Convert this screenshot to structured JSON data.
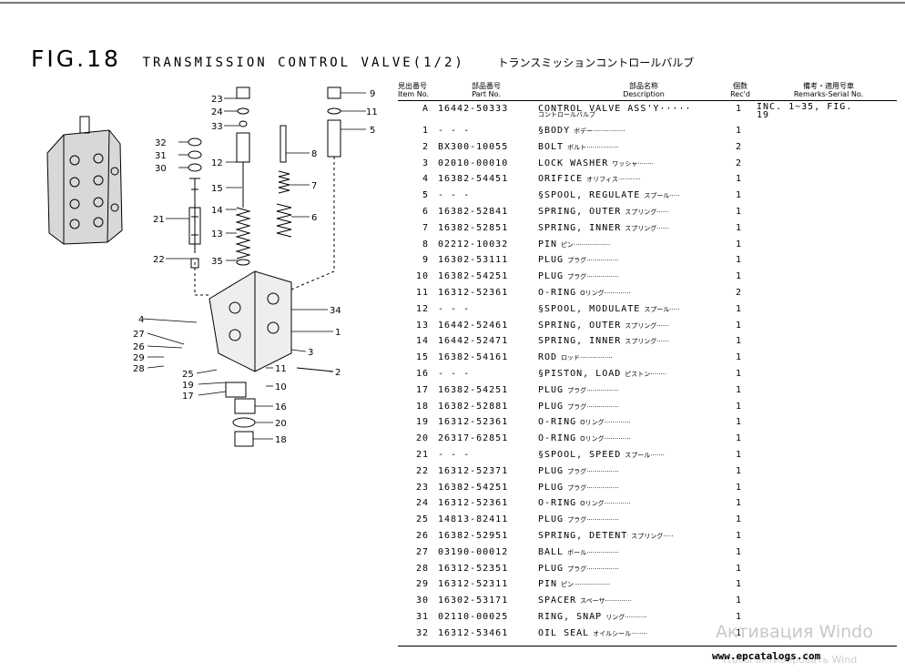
{
  "figure": {
    "label": "FIG.18",
    "title": "TRANSMISSION CONTROL VALVE(1/2)",
    "title_jp": "トランスミッションコントロールバルブ"
  },
  "table": {
    "headers": {
      "item_jp": "見出番号",
      "item": "Item No.",
      "part_jp": "部品番号",
      "part": "Part No.",
      "desc_jp": "部品名称",
      "desc": "Description",
      "qty_jp": "個数",
      "qty": "Rec'd",
      "rem_jp": "備考・適用号車",
      "rem": "Remarks-Serial No."
    },
    "rows": [
      {
        "item": "A",
        "part": "16442-50333",
        "desc": "CONTROL VALVE ASS'Y·····",
        "jp": "",
        "qty": "1",
        "remarks": "INC. 1~35, FIG. 19",
        "desc2": "コントロールバルブ"
      },
      {
        "item": "1",
        "part": "- - -",
        "desc": "§BODY",
        "jp": "ボデー················",
        "qty": "1",
        "remarks": ""
      },
      {
        "item": "2",
        "part": "BX300-10055",
        "desc": "BOLT",
        "jp": "ボルト················",
        "qty": "2",
        "remarks": ""
      },
      {
        "item": "3",
        "part": "02010-00010",
        "desc": "LOCK WASHER",
        "jp": "ワッシャ········",
        "qty": "2",
        "remarks": ""
      },
      {
        "item": "4",
        "part": "16382-54451",
        "desc": "ORIFICE",
        "jp": "オリフィス···········",
        "qty": "1",
        "remarks": ""
      },
      {
        "item": "5",
        "part": "- - -",
        "desc": "§SPOOL, REGULATE",
        "jp": "スプール·····",
        "qty": "1",
        "remarks": ""
      },
      {
        "item": "6",
        "part": "16382-52841",
        "desc": "SPRING, OUTER",
        "jp": "スプリング······",
        "qty": "1",
        "remarks": ""
      },
      {
        "item": "7",
        "part": "16382-52851",
        "desc": "SPRING, INNER",
        "jp": "スプリング······",
        "qty": "1",
        "remarks": ""
      },
      {
        "item": "8",
        "part": "02212-10032",
        "desc": "PIN",
        "jp": "ピン··················",
        "qty": "1",
        "remarks": ""
      },
      {
        "item": "9",
        "part": "16302-53111",
        "desc": "PLUG",
        "jp": "プラグ················",
        "qty": "1",
        "remarks": ""
      },
      {
        "item": "10",
        "part": "16382-54251",
        "desc": "PLUG",
        "jp": "プラグ················",
        "qty": "1",
        "remarks": ""
      },
      {
        "item": "11",
        "part": "16312-52361",
        "desc": "O-RING",
        "jp": "Oリング·············",
        "qty": "2",
        "remarks": ""
      },
      {
        "item": "12",
        "part": "- - -",
        "desc": "§SPOOL, MODULATE",
        "jp": "スプール·····",
        "qty": "1",
        "remarks": ""
      },
      {
        "item": "13",
        "part": "16442-52461",
        "desc": "SPRING, OUTER",
        "jp": "スプリング······",
        "qty": "1",
        "remarks": ""
      },
      {
        "item": "14",
        "part": "16442-52471",
        "desc": "SPRING, INNER",
        "jp": "スプリング······",
        "qty": "1",
        "remarks": ""
      },
      {
        "item": "15",
        "part": "16382-54161",
        "desc": "ROD",
        "jp": "ロッド················",
        "qty": "1",
        "remarks": ""
      },
      {
        "item": "16",
        "part": "- - -",
        "desc": "§PISTON, LOAD",
        "jp": "ピストン········",
        "qty": "1",
        "remarks": ""
      },
      {
        "item": "17",
        "part": "16382-54251",
        "desc": "PLUG",
        "jp": "プラグ················",
        "qty": "1",
        "remarks": ""
      },
      {
        "item": "18",
        "part": "16382-52881",
        "desc": "PLUG",
        "jp": "プラグ················",
        "qty": "1",
        "remarks": ""
      },
      {
        "item": "19",
        "part": "16312-52361",
        "desc": "O-RING",
        "jp": "Oリング·············",
        "qty": "1",
        "remarks": ""
      },
      {
        "item": "20",
        "part": "26317-62851",
        "desc": "O-RING",
        "jp": "Oリング·············",
        "qty": "1",
        "remarks": ""
      },
      {
        "item": "21",
        "part": "- - -",
        "desc": "§SPOOL, SPEED",
        "jp": "スプール·······",
        "qty": "1",
        "remarks": ""
      },
      {
        "item": "22",
        "part": "16312-52371",
        "desc": "PLUG",
        "jp": "プラグ················",
        "qty": "1",
        "remarks": ""
      },
      {
        "item": "23",
        "part": "16382-54251",
        "desc": "PLUG",
        "jp": "プラグ················",
        "qty": "1",
        "remarks": ""
      },
      {
        "item": "24",
        "part": "16312-52361",
        "desc": "O-RING",
        "jp": "Oリング·············",
        "qty": "1",
        "remarks": ""
      },
      {
        "item": "25",
        "part": "14813-82411",
        "desc": "PLUG",
        "jp": "プラグ················",
        "qty": "1",
        "remarks": ""
      },
      {
        "item": "26",
        "part": "16382-52951",
        "desc": "SPRING, DETENT",
        "jp": "スプリング·····",
        "qty": "1",
        "remarks": ""
      },
      {
        "item": "27",
        "part": "03190-00012",
        "desc": "BALL",
        "jp": "ボール················",
        "qty": "1",
        "remarks": ""
      },
      {
        "item": "28",
        "part": "16312-52351",
        "desc": "PLUG",
        "jp": "プラグ················",
        "qty": "1",
        "remarks": ""
      },
      {
        "item": "29",
        "part": "16312-52311",
        "desc": "PIN",
        "jp": "ピン··················",
        "qty": "1",
        "remarks": ""
      },
      {
        "item": "30",
        "part": "16302-53171",
        "desc": "SPACER",
        "jp": "スペーサ·············",
        "qty": "1",
        "remarks": ""
      },
      {
        "item": "31",
        "part": "02110-00025",
        "desc": "RING, SNAP",
        "jp": "リング···········",
        "qty": "1",
        "remarks": ""
      },
      {
        "item": "32",
        "part": "16312-53461",
        "desc": "OIL SEAL",
        "jp": "オイルシール········",
        "qty": "1",
        "remarks": ""
      }
    ]
  },
  "callouts": [
    "23",
    "24",
    "33",
    "32",
    "31",
    "30",
    "12",
    "15",
    "14",
    "13",
    "21",
    "22",
    "35",
    "9",
    "11",
    "5",
    "8",
    "7",
    "6",
    "34",
    "1",
    "4",
    "27",
    "26",
    "29",
    "28",
    "25",
    "19",
    "17",
    "3",
    "2",
    "11",
    "10",
    "16",
    "20",
    "18"
  ],
  "footer": {
    "site": "www.epcatalogs.com",
    "watermark": "Активация Windo",
    "watermark_sub": "Чтобы активировать Wind"
  }
}
